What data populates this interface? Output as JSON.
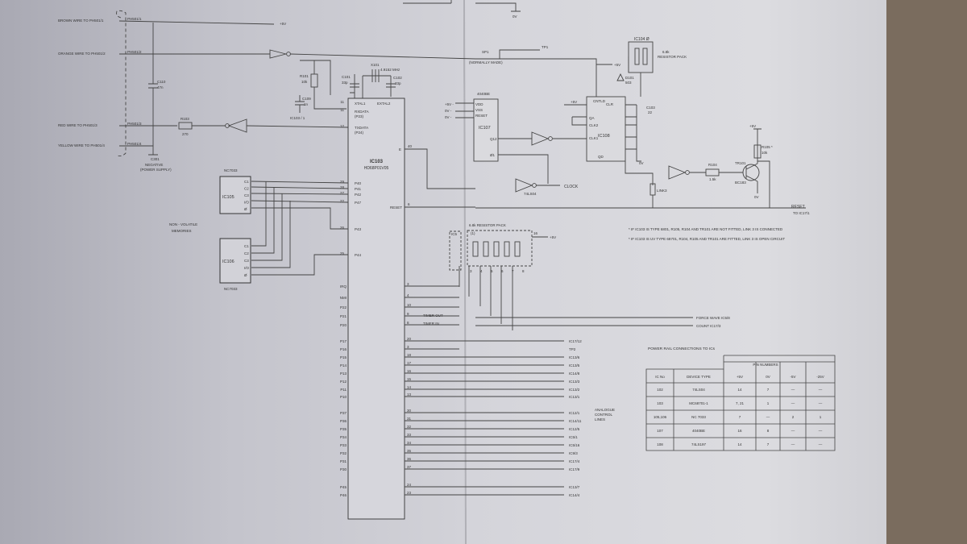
{
  "connector": {
    "wires": [
      "BROWN WIRE TO PH501/1",
      "ORANGE WIRE TO PH501/2",
      "RED WIRE TO PH501/3",
      "YELLOW WIRE TO PH501/4"
    ],
    "pins": [
      "PH501/1",
      "PH501/2",
      "PH501/3",
      "PH501/4"
    ],
    "c301": "C301",
    "c301_note1": "NEGATIVE",
    "c301_note2": "(POWER SUPPLY)"
  },
  "rails": {
    "v5": "+5V",
    "v0": "0V"
  },
  "passives": {
    "c110": "C110",
    "c110_val": "47n",
    "r101": "R101",
    "r101_val": "10k",
    "c109": "C109",
    "c109_val": "1n",
    "ic103_pin1": "IC103 / 1",
    "r103": "R103",
    "r103_val": "270",
    "x101": "X101",
    "x101_val": "4.9152 MHz",
    "c101": "C101",
    "c101_val": "33p",
    "c102": "C102",
    "c102_val": "33p",
    "r104": "R104",
    "r104_val": "1.5k",
    "r105": "R105 *",
    "r105_val": "10k",
    "tr101": "TR101",
    "tr101_type": "BC183",
    "c103": "C103",
    "c103_val": "22",
    "d101": "D101",
    "d101_val": "503"
  },
  "ic103": {
    "name": "IC103",
    "part": "HD68P01V05",
    "pins_left": [
      {
        "n": "XTAL1",
        "p": "11"
      },
      {
        "n": "RXDATA",
        "p": "11"
      },
      {
        "n": "(P23)",
        "p": ""
      },
      {
        "n": "TXDATA",
        "p": "12"
      },
      {
        "n": "(P24)",
        "p": ""
      },
      {
        "n": "P40",
        "p": "29"
      },
      {
        "n": "P41",
        "p": "28"
      },
      {
        "n": "P42",
        "p": "27"
      },
      {
        "n": "P47",
        "p": "22"
      },
      {
        "n": "P43",
        "p": "26"
      },
      {
        "n": "P44",
        "p": "25"
      }
    ],
    "pin_extal2": "EXTAL2",
    "pin_e": "E",
    "pin_e_num": "40",
    "pin_reset": "RESET",
    "pin_reset_num": "6"
  },
  "ports": [
    {
      "name": "IRQ",
      "pin": "3"
    },
    {
      "name": "NMI",
      "pin": "4"
    },
    {
      "name": "P22",
      "pin": "10"
    },
    {
      "name": "P21",
      "pin": "9"
    },
    {
      "name": "P20",
      "pin": "8"
    },
    {
      "name": "P17",
      "pin": "20"
    },
    {
      "name": "P16",
      "pin": "3"
    },
    {
      "name": "P15",
      "pin": "18"
    },
    {
      "name": "P14",
      "pin": "17"
    },
    {
      "name": "P13",
      "pin": "16"
    },
    {
      "name": "P12",
      "pin": "15"
    },
    {
      "name": "P11",
      "pin": "14"
    },
    {
      "name": "P10",
      "pin": "13"
    },
    {
      "name": "P37",
      "pin": "30"
    },
    {
      "name": "P36",
      "pin": "31"
    },
    {
      "name": "P35",
      "pin": "32"
    },
    {
      "name": "P34",
      "pin": "33"
    },
    {
      "name": "P33",
      "pin": "34"
    },
    {
      "name": "P32",
      "pin": "35"
    },
    {
      "name": "P31",
      "pin": "36"
    },
    {
      "name": "P30",
      "pin": "37"
    },
    {
      "name": "P45",
      "pin": "24"
    },
    {
      "name": "P46",
      "pin": "23"
    }
  ],
  "timer": {
    "out": "TIMER OUT",
    "in": "TIMER IN"
  },
  "port_destinations": [
    "IC17/12",
    "TP2",
    "IC13/6",
    "IC13/5",
    "IC14/8",
    "IC13/3",
    "IC13/2",
    "IC13/1",
    "IC12/1",
    "IC14/11",
    "IC12/5",
    "IC5/1",
    "IC5/16",
    "IC9/3",
    "IC17/4",
    "IC17/9",
    "IC13/7",
    "IC14/4"
  ],
  "analogue": [
    "ANALOGUE",
    "CONTROL",
    "LINES"
  ],
  "nvm": {
    "ic105": "IC105",
    "ic106": "IC106",
    "part": "NC7033",
    "pins": [
      "C1",
      "C2",
      "C3",
      "I/O",
      "Ø"
    ],
    "label1": "NON - VOLATILE",
    "label2": "MEMORIES"
  },
  "right": {
    "tp1": "TP1",
    "sp1": "SP1",
    "sp1_note": "(NORMALLY MADE)",
    "ic104": "IC104 Ø",
    "pack_label1": "6.8k",
    "pack_label2": "RESISTOR PACK",
    "ic107": "IC107",
    "ic107_part": "4040BE",
    "ic107_pins": [
      "VDD",
      "VSS",
      "RESET"
    ],
    "ic108": "IC108",
    "ic108_pins": [
      "CNTLD",
      "CLR",
      "QA",
      "CLK2",
      "CLK1",
      "QD"
    ],
    "ic107_q": "Q12",
    "ic107_phi": "Ø1",
    "gate_7ls": "74LS04",
    "clock": "CLOCK",
    "link3": "LINK3",
    "reset_out": "RESET",
    "reset_dest": "TO IC17/1",
    "rail_labels": [
      "+5V -",
      "0V -",
      "0V -"
    ]
  },
  "ic5": {
    "name": "IC5",
    "pack_title": "6.8k RESISTOR PACK",
    "pins_top": [
      "(1)",
      "16"
    ],
    "pins_bottom": [
      "3",
      "4",
      "5",
      "6",
      "7",
      "8"
    ]
  },
  "forces": {
    "force_wave": "FORCE WAVE IC5/8",
    "count": "COUNT IC17/3"
  },
  "notes": [
    "* IF IC103 IS TYPE 6801, R105, R104 AND TR101 ARE NOT FITTED, LINK 3 IS CONNECTED",
    "* IF IC103 IS UV TYPE 68701, R104, R105 AND TR101 ARE FITTED, LINK 3 IS OPEN CIRCUIT"
  ],
  "power_table": {
    "title": "POWER RAIL CONNECTIONS TO ICs",
    "group_header": "PIN NUMBERS",
    "headers": [
      "IC No",
      "DEVICE TYPE",
      "+5V",
      "0V",
      "-5V",
      "-25V"
    ],
    "rows": [
      [
        "102",
        "74LS04",
        "14",
        "7",
        "—",
        "—"
      ],
      [
        "103",
        "MC68701-1",
        "7, 21",
        "1",
        "—",
        "—"
      ],
      [
        "105,106",
        "NC 7033",
        "7",
        "—",
        "2",
        "1"
      ],
      [
        "107",
        "4040BE",
        "16",
        "8",
        "—",
        "—"
      ],
      [
        "108",
        "74LS197",
        "14",
        "7",
        "—",
        "—"
      ]
    ]
  }
}
